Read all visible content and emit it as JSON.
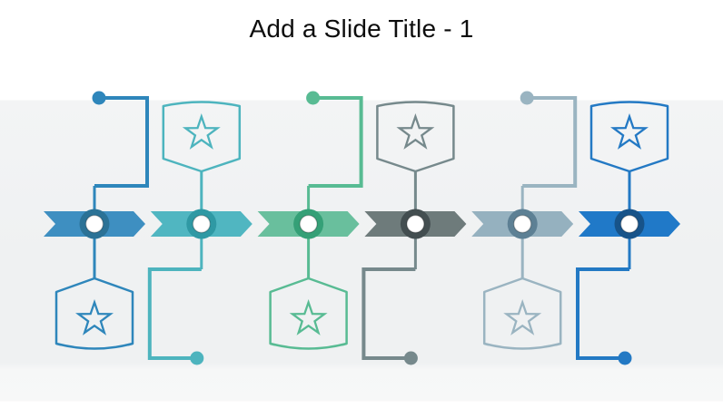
{
  "slide": {
    "title": "Add a Slide Title - 1",
    "title_color": "#0d0d0d",
    "background_panel_color": "#f0f1f2"
  },
  "timeline": {
    "icon": "star-icon",
    "milestones": [
      {
        "id": 1,
        "badge_position": "bottom",
        "connector_position": "top",
        "colors": {
          "band": "#3E8FC1",
          "ring": "#2B7296",
          "line": "#2E86BB"
        }
      },
      {
        "id": 2,
        "badge_position": "top",
        "connector_position": "bottom",
        "colors": {
          "band": "#50B6C1",
          "ring": "#2F99A4",
          "line": "#4DB4BE"
        }
      },
      {
        "id": 3,
        "badge_position": "bottom",
        "connector_position": "top",
        "colors": {
          "band": "#69BF9D",
          "ring": "#35A077",
          "line": "#58BB93"
        }
      },
      {
        "id": 4,
        "badge_position": "top",
        "connector_position": "bottom",
        "colors": {
          "band": "#6E7B7B",
          "ring": "#434E50",
          "line": "#76898C"
        }
      },
      {
        "id": 5,
        "badge_position": "bottom",
        "connector_position": "top",
        "colors": {
          "band": "#95B1BF",
          "ring": "#5D8094",
          "line": "#9AB4C1"
        }
      },
      {
        "id": 6,
        "badge_position": "top",
        "connector_position": "bottom",
        "colors": {
          "band": "#2079C8",
          "ring": "#175389",
          "line": "#2379C4"
        }
      }
    ]
  }
}
